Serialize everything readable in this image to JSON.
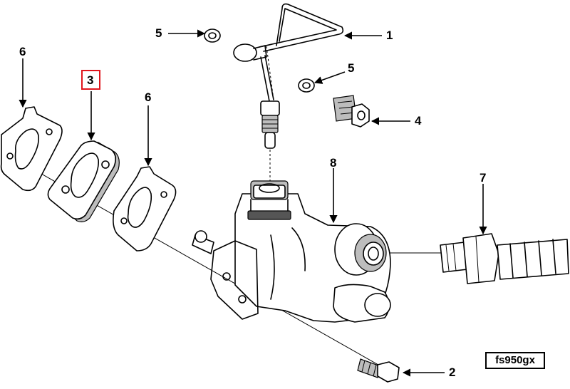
{
  "figure_id": "fs950gx",
  "highlight_color": "#e0161d",
  "callouts": {
    "c1": "1",
    "c2": "2",
    "c3": "3",
    "c4": "4",
    "c5a": "5",
    "c5b": "5",
    "c6a": "6",
    "c6b": "6",
    "c7": "7",
    "c8": "8"
  },
  "highlighted_callout": "3"
}
